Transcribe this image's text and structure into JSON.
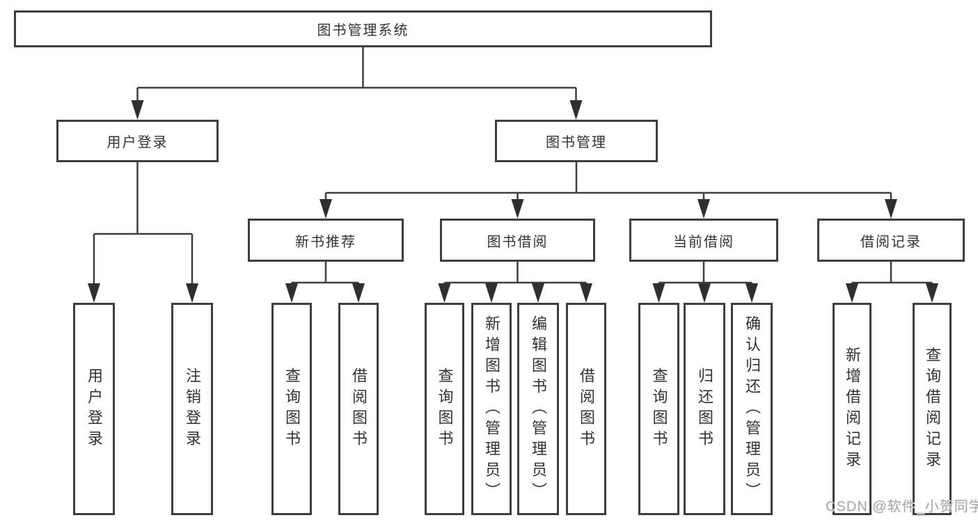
{
  "diagram": {
    "type": "hierarchy-tree",
    "tree": {
      "root": {
        "label": "图书管理系统",
        "children": [
          {
            "label": "用户登录",
            "children": [
              {
                "label": "用户登录"
              },
              {
                "label": "注销登录"
              }
            ]
          },
          {
            "label": "图书管理",
            "children": [
              {
                "label": "新书推荐",
                "children": [
                  {
                    "label": "查询图书"
                  },
                  {
                    "label": "借阅图书"
                  }
                ]
              },
              {
                "label": "图书借阅",
                "children": [
                  {
                    "label": "查询图书"
                  },
                  {
                    "label": "新增图书（管理员）"
                  },
                  {
                    "label": "编辑图书（管理员）"
                  },
                  {
                    "label": "借阅图书"
                  }
                ]
              },
              {
                "label": "当前借阅",
                "children": [
                  {
                    "label": "查询图书"
                  },
                  {
                    "label": "归还图书"
                  },
                  {
                    "label": "确认归还（管理员）"
                  }
                ]
              },
              {
                "label": "借阅记录",
                "children": [
                  {
                    "label": "新增借阅记录"
                  },
                  {
                    "label": "查询借阅记录"
                  }
                ]
              }
            ]
          }
        ]
      }
    },
    "colors": {
      "box_border": "#3e3e3e",
      "connector_line": "#3e3e3e",
      "text": "#323232",
      "watermark": "#a9a9a9",
      "background": "#ffffff"
    }
  },
  "watermark": "CSDN @软件_小贺同学"
}
